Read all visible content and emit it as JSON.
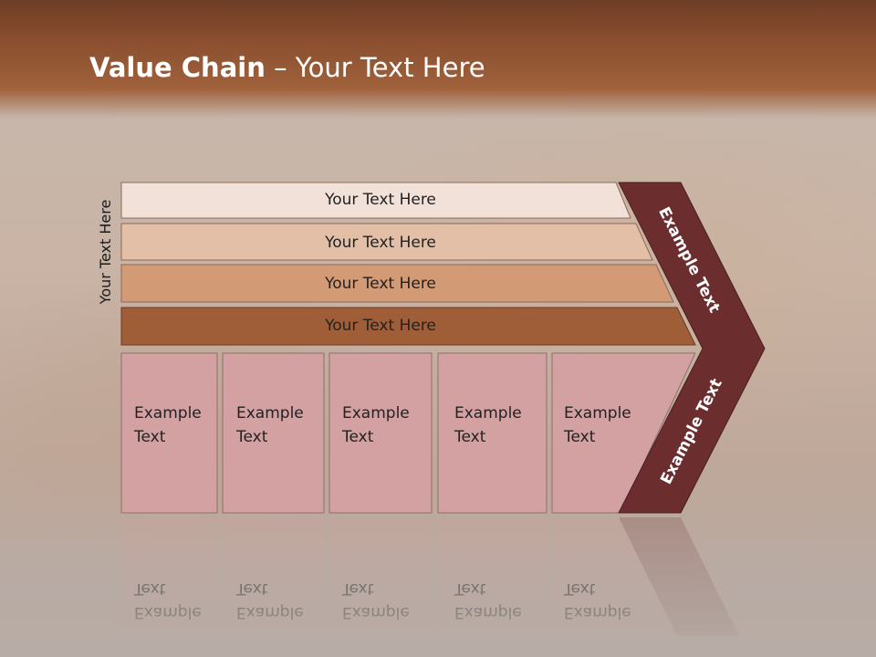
{
  "title": {
    "bold": "Value Chain",
    "rest": " – Your Text Here"
  },
  "side_label": "Your Text Here",
  "bars": [
    {
      "label": "Your Text Here"
    },
    {
      "label": "Your Text Here"
    },
    {
      "label": "Your Text Here"
    },
    {
      "label": "Your Text Here"
    }
  ],
  "boxes": [
    {
      "line1": "Example",
      "line2": "Text"
    },
    {
      "line1": "Example",
      "line2": "Text"
    },
    {
      "line1": "Example",
      "line2": "Text"
    },
    {
      "line1": "Example",
      "line2": "Text"
    },
    {
      "line1": "Example",
      "line2": "Text"
    }
  ],
  "chevron": {
    "upper": "Example Text",
    "lower": "Example Text"
  },
  "colors": {
    "bar1": "#f2e1d8",
    "bar2": "#e2bfa6",
    "bar3": "#d39a76",
    "bar4": "#a05e38",
    "box": "#d3a1a1",
    "chevron": "#6b2d2e"
  }
}
